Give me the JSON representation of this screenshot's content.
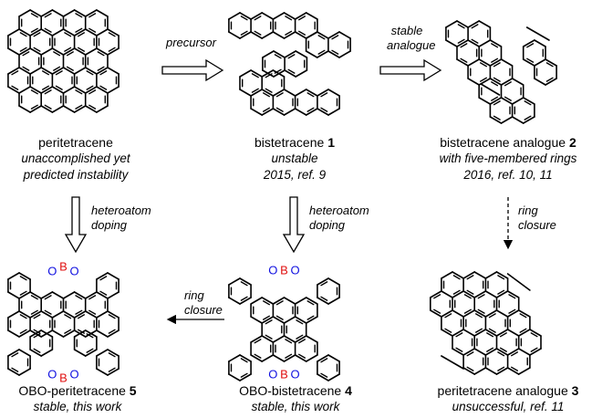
{
  "colors": {
    "oxygen": "#1010e0",
    "boron": "#e01010",
    "bond": "#000000",
    "arrow": "#000000"
  },
  "molecules": [
    {
      "id": "peritetracene",
      "name": "peritetracene",
      "number": "",
      "lines": [
        "unaccomplished yet",
        "predicted instability"
      ]
    },
    {
      "id": "bistetracene",
      "name": "bistetracene",
      "number": "1",
      "lines": [
        "unstable",
        "2015, ref. 9"
      ]
    },
    {
      "id": "bistetracene-analogue",
      "name": "bistetracene analogue",
      "number": "2",
      "lines": [
        "with five-membered rings",
        "2016, ref. 10, 11"
      ]
    },
    {
      "id": "obo-peritetracene",
      "name": "OBO-peritetracene",
      "number": "5",
      "lines": [
        "stable, this work"
      ]
    },
    {
      "id": "obo-bistetracene",
      "name": "OBO-bistetracene",
      "number": "4",
      "lines": [
        "stable, this work"
      ]
    },
    {
      "id": "peritetracene-analogue",
      "name": "peritetracene analogue",
      "number": "3",
      "lines": [
        "unsuccessful, ref. 11"
      ]
    }
  ],
  "arrows": {
    "precursor": "precursor",
    "stable_analogue": [
      "stable",
      "analogue"
    ],
    "doping_left": [
      "heteroatom",
      "doping"
    ],
    "doping_mid": [
      "heteroatom",
      "doping"
    ],
    "ring_closure_right": [
      "ring",
      "closure"
    ],
    "ring_closure_bottom": [
      "ring",
      "closure"
    ]
  },
  "atoms": {
    "oxygen": "O",
    "boron": "B"
  }
}
